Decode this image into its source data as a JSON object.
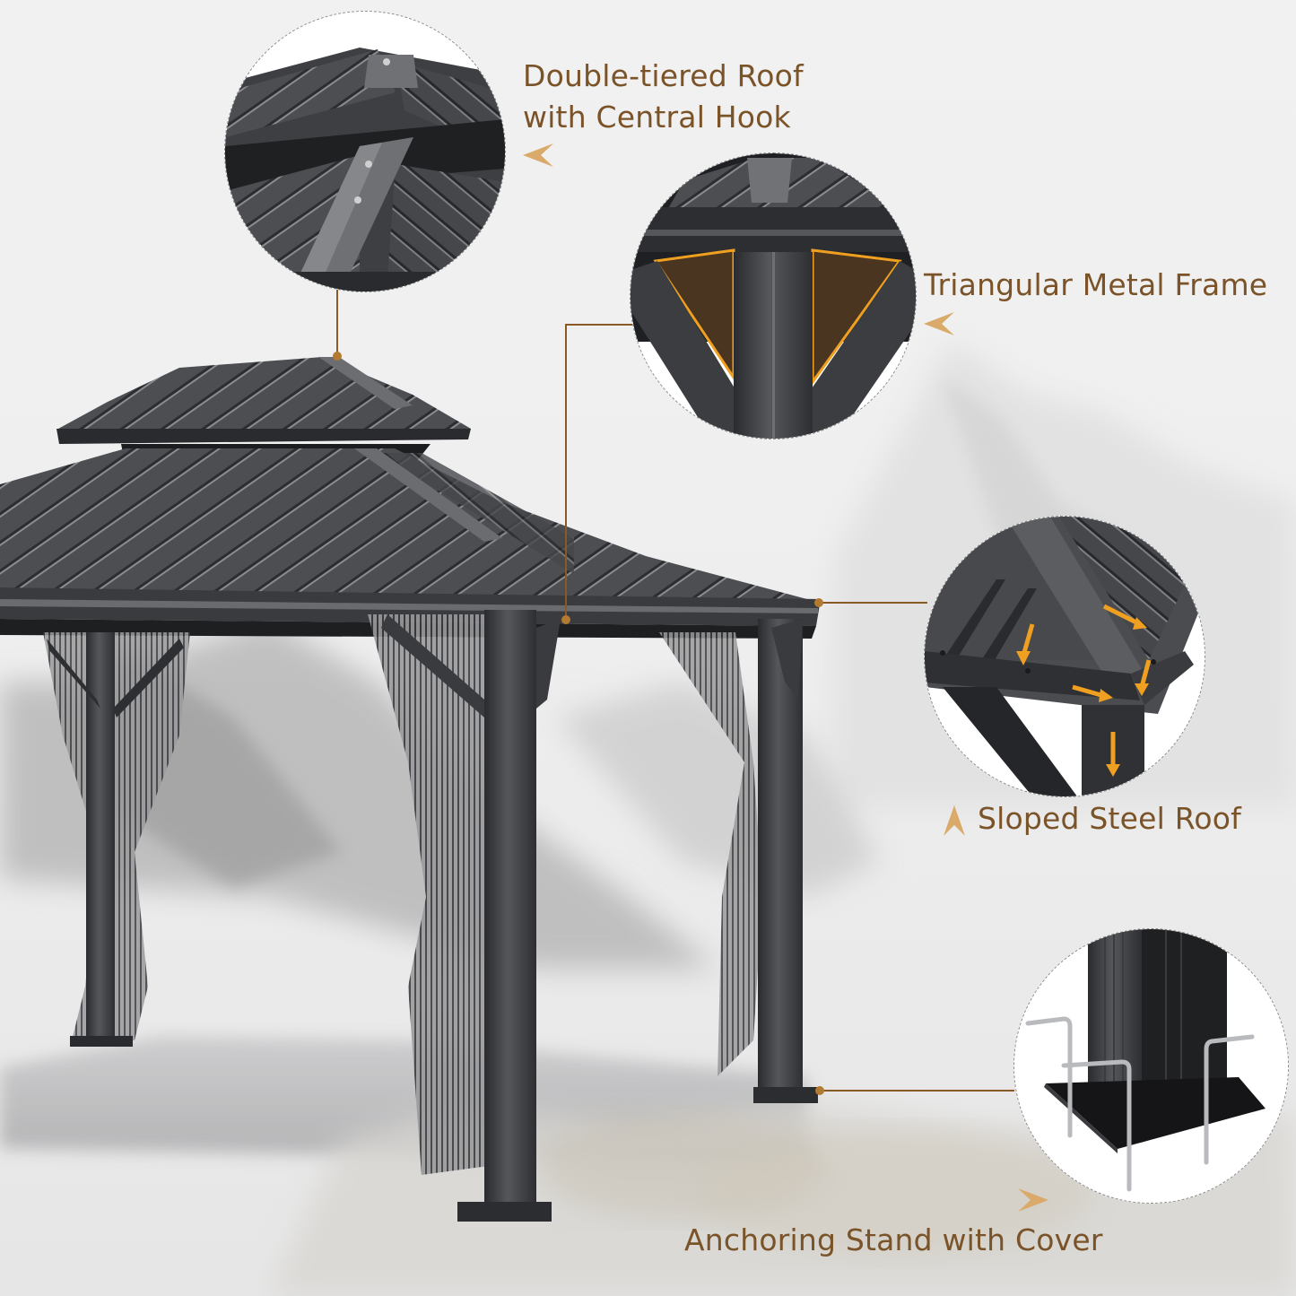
{
  "infographic": {
    "subject": "Hardtop gazebo with mesh curtains",
    "colors": {
      "label_text": "#7a5328",
      "arrow_fill": "#d9aa6a",
      "leader_line": "#8a5a26",
      "highlight_orange": "#f0a020",
      "roof_metal": "#4a4c50",
      "frame_dark": "#2b2c2f",
      "background": "#f1f1f1"
    },
    "features": [
      {
        "id": "roof",
        "label_line1": "Double-tiered Roof",
        "label_line2": "with Central Hook",
        "arrow_direction": "left",
        "callout_icon": "roof-ridge-detail"
      },
      {
        "id": "frame",
        "label_line1": "Triangular Metal Frame",
        "arrow_direction": "left",
        "callout_icon": "corner-bracket-detail"
      },
      {
        "id": "slope",
        "label_line1": "Sloped Steel Roof",
        "arrow_direction": "up",
        "callout_icon": "drainage-arrows-detail"
      },
      {
        "id": "anchor",
        "label_line1": "Anchoring Stand with Cover",
        "arrow_direction": "right",
        "callout_icon": "base-plate-stakes-detail"
      }
    ]
  }
}
